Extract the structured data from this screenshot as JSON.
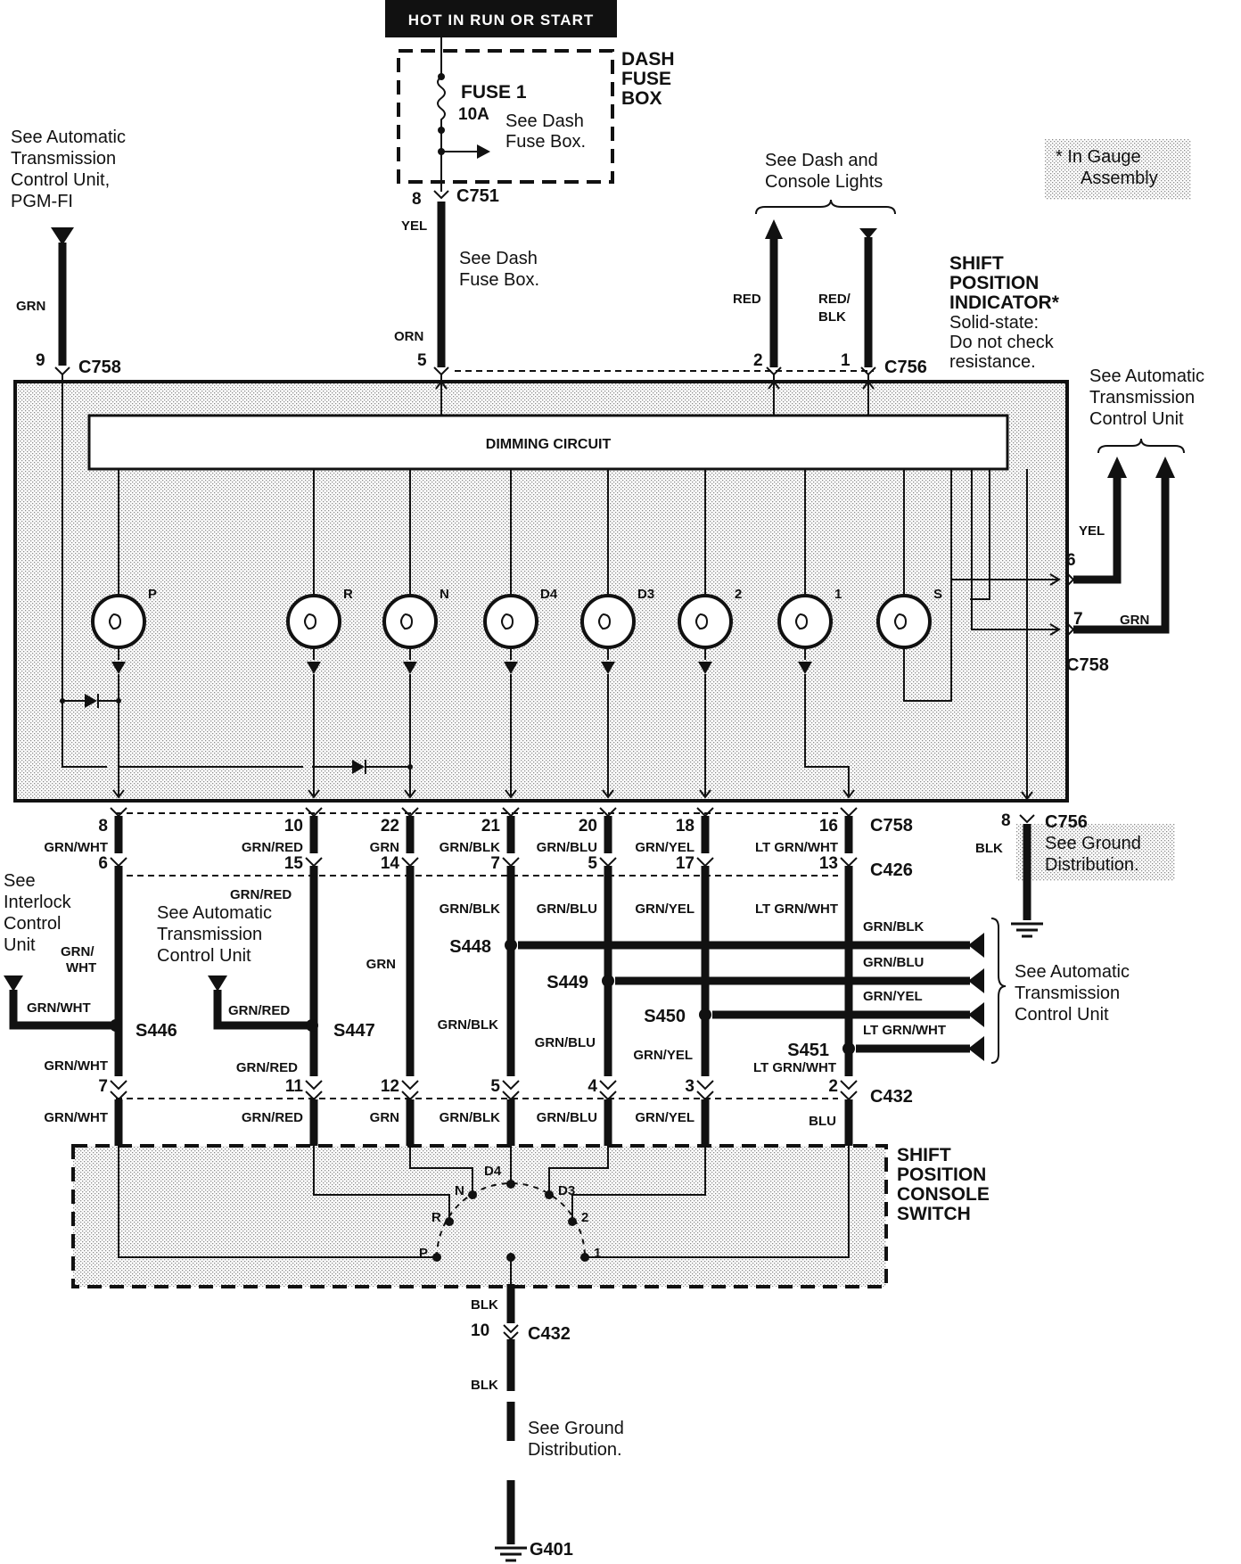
{
  "header": {
    "power_label": "HOT IN RUN OR START"
  },
  "fuse_box": {
    "title": [
      "DASH",
      "FUSE",
      "BOX"
    ],
    "fuse": "FUSE 1",
    "rating": "10A",
    "see": [
      "See Dash",
      "Fuse Box."
    ]
  },
  "wire_labels": {
    "yel": "YEL",
    "orn": "ORN",
    "grn": "GRN",
    "red": "RED",
    "red_blk": [
      "RED/",
      "BLK"
    ],
    "blk": "BLK",
    "grn_wht": "GRN/WHT",
    "grn_red": "GRN/RED",
    "grn_blk": "GRN/BLK",
    "grn_blu": "GRN/BLU",
    "grn_yel": "GRN/YEL",
    "lt_grn_wht": "LT GRN/WHT",
    "grn_wht_split": [
      "GRN/",
      "WHT"
    ],
    "blu": "BLU"
  },
  "notes": {
    "atcu_pgm": [
      "See Automatic",
      "Transmission",
      "Control Unit,",
      "PGM-FI"
    ],
    "dash_fuse": [
      "See Dash",
      "Fuse Box."
    ],
    "dash_console": [
      "See Dash and",
      "Console Lights"
    ],
    "atcu": [
      "See Automatic",
      "Transmission",
      "Control Unit"
    ],
    "interlock": [
      "See",
      "Interlock",
      "Control",
      "Unit"
    ],
    "ground_dist": [
      "See Ground",
      "Distribution."
    ],
    "gauge_legend": [
      "* In Gauge",
      "Assembly"
    ]
  },
  "indicator": {
    "title": [
      "SHIFT",
      "POSITION",
      "INDICATOR*"
    ],
    "desc": [
      "Solid-state:",
      "Do not check",
      "resistance."
    ],
    "dimming": "DIMMING CIRCUIT"
  },
  "lamps": [
    "P",
    "R",
    "N",
    "D4",
    "D3",
    "2",
    "1",
    "S"
  ],
  "connectors": {
    "c751": "C751",
    "c758": "C758",
    "c756": "C756",
    "c426": "C426",
    "c432": "C432",
    "g401": "G401"
  },
  "splices": {
    "s446": "S446",
    "s447": "S447",
    "s448": "S448",
    "s449": "S449",
    "s450": "S450",
    "s451": "S451"
  },
  "pins": {
    "c751": "8",
    "c758_top": "9",
    "c751_out": "5",
    "c756_a": "2",
    "c756_b": "1",
    "c758_yel": "6",
    "c758_grn": "7",
    "c756_gnd": "8",
    "c758_bottom": [
      "8",
      "10",
      "22",
      "21",
      "20",
      "18",
      "16"
    ],
    "c426": [
      "6",
      "15",
      "14",
      "7",
      "5",
      "17",
      "13"
    ],
    "c432": [
      "7",
      "11",
      "12",
      "5",
      "4",
      "3",
      "2"
    ],
    "c432_gnd": "10"
  },
  "switch": {
    "title": [
      "SHIFT",
      "POSITION",
      "CONSOLE",
      "SWITCH"
    ],
    "positions": [
      "P",
      "R",
      "N",
      "D4",
      "D3",
      "2",
      "1"
    ]
  }
}
